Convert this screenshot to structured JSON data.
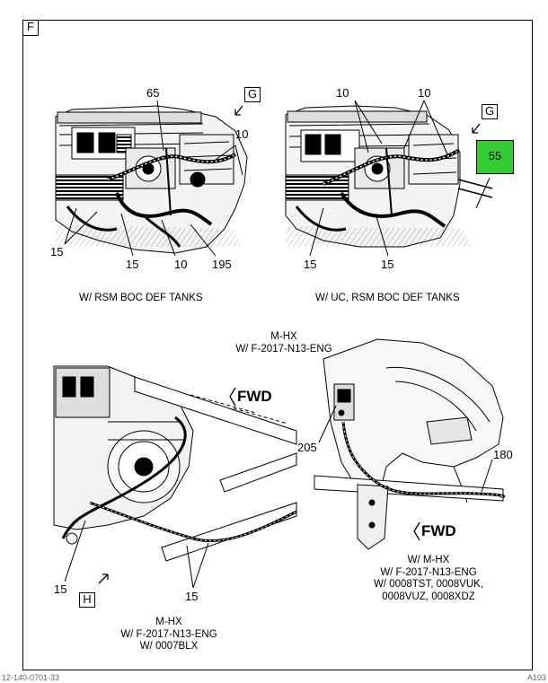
{
  "frame_letter": "F",
  "views": [
    {
      "id": "top-left",
      "view_tag": "G",
      "callouts": [
        "65",
        "10",
        "15",
        "15",
        "10",
        "195"
      ],
      "caption": [
        "W/ RSM BOC DEF TANKS"
      ]
    },
    {
      "id": "top-right",
      "view_tag": "G",
      "callouts": [
        "10",
        "10",
        "15",
        "15"
      ],
      "highlight_callout": "55",
      "caption": [
        "W/ UC, RSM BOC DEF TANKS"
      ]
    },
    {
      "id": "bottom-left",
      "view_tag": "H",
      "callouts": [
        "15",
        "15"
      ],
      "fwd_label": "FWD",
      "caption": [
        "M-HX",
        "W/ F-2017-N13-ENG",
        "W/ 0007BLX"
      ]
    },
    {
      "id": "bottom-right",
      "callouts": [
        "205",
        "180"
      ],
      "fwd_label": "FWD",
      "caption": [
        "W/ M-HX",
        "W/ F-2017-N13-ENG",
        "W/ 0008TST, 0008VUK,",
        "0008VUZ, 0008XDZ"
      ]
    }
  ],
  "center_caption": [
    "M-HX",
    "W/ F-2017-N13-ENG"
  ],
  "footer": {
    "left": "12-140-0701-33",
    "right": "A103"
  },
  "colors": {
    "highlight": "#33cc33",
    "line": "#000000",
    "background": "#ffffff"
  }
}
